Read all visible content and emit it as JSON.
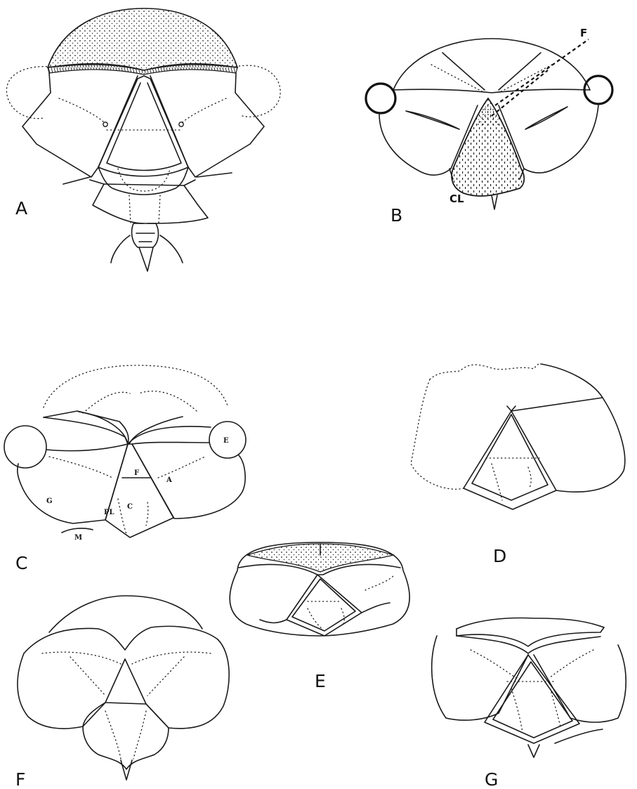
{
  "figures": {
    "A": {
      "letter": "A"
    },
    "B": {
      "letter": "B",
      "labels": {
        "F": "F",
        "CL": "CL"
      }
    },
    "C": {
      "letter": "C",
      "labels": {
        "E": "E",
        "F": "F",
        "A": "A",
        "G": "G",
        "PL": "PL",
        "C": "C",
        "M": "M"
      }
    },
    "D": {
      "letter": "D"
    },
    "E": {
      "letter": "E"
    },
    "F": {
      "letter": "F"
    },
    "G": {
      "letter": "G"
    }
  }
}
